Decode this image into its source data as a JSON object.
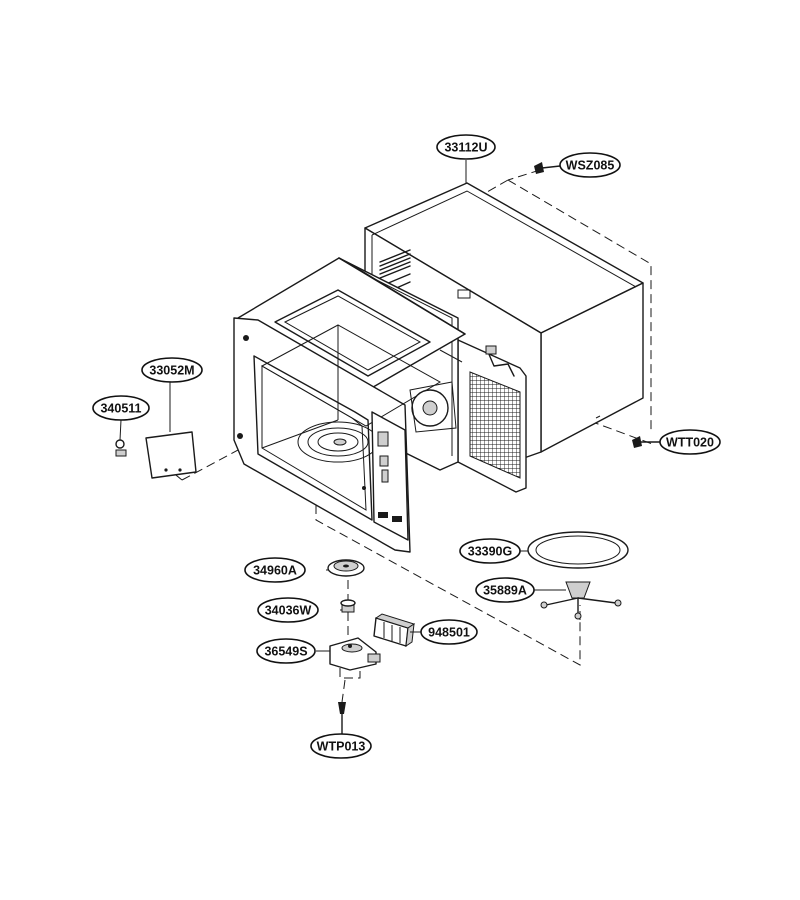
{
  "diagram": {
    "background": "#ffffff",
    "ink": "#1a1a1a"
  },
  "parts": {
    "p33112U": "33112U",
    "pWSZ085": "WSZ085",
    "p33052M": "33052M",
    "p340511": "340511",
    "pWTT020": "WTT020",
    "p33390G": "33390G",
    "p35889A": "35889A",
    "p34960A": "34960A",
    "p34036W": "34036W",
    "p948501": "948501",
    "p36549S": "36549S",
    "pWTP013": "WTP013"
  }
}
